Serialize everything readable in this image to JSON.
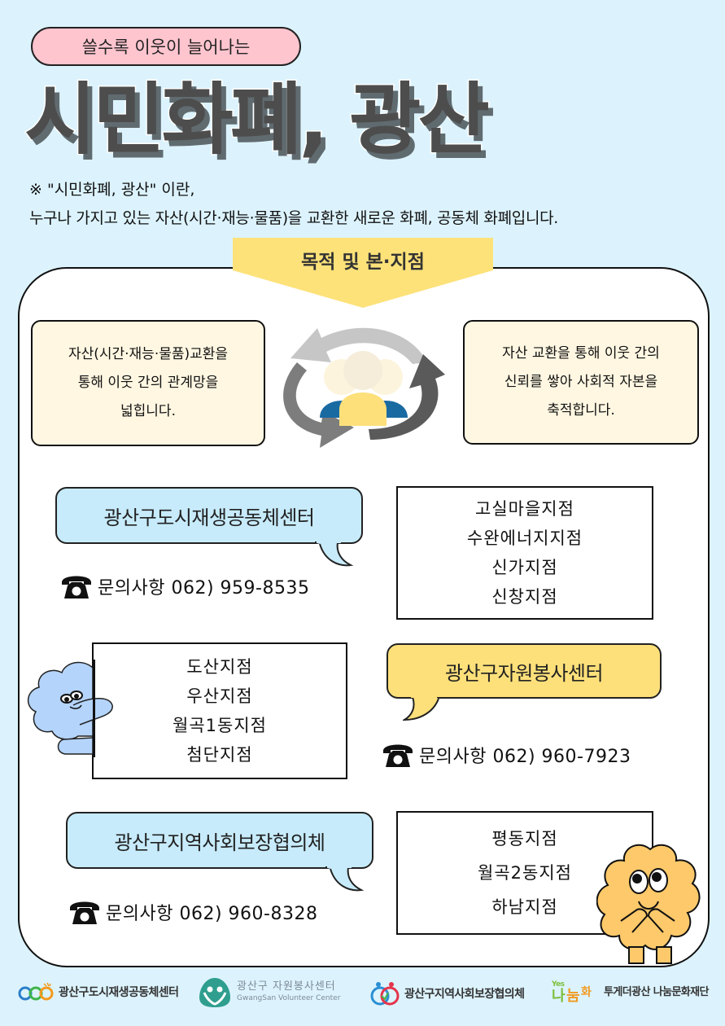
{
  "header": {
    "tagline": "쓸수록 이웃이 늘어나는",
    "title": "시민화폐, 광산",
    "note_line1": "※ \"시민화폐, 광산\" 이란,",
    "note_line2": "누구나 가지고 있는 자산(시간·재능·물품)을 교환한 새로운 화폐, 공동체 화폐입니다."
  },
  "section": {
    "banner": "목적 및 본·지점",
    "purpose_left": [
      "자산(시간·재능·물품)교환을",
      "통해 이웃 간의 관계망을",
      "넓힙니다."
    ],
    "purpose_right": [
      "자산 교환을 통해 이웃 간의",
      "신뢰를 쌓아 사회적 자본을",
      "축적합니다."
    ],
    "center_icon": "exchange-people-icon"
  },
  "centers": [
    {
      "name": "광산구도시재생공동체센터",
      "contact": "문의사항 062) 959-8535",
      "branches": [
        "고실마을지점",
        "수완에너지지점",
        "신가지점",
        "신창지점"
      ]
    },
    {
      "name": "광산구자원봉사센터",
      "contact": "문의사항 062) 960-7923",
      "branches": [
        "도산지점",
        "우산지점",
        "월곡1동지점",
        "첨단지점"
      ]
    },
    {
      "name": "광산구지역사회보장협의체",
      "contact": "문의사항 062) 960-8328",
      "branches": [
        "평동지점",
        "월곡2동지점",
        "하남지점"
      ]
    }
  ],
  "footer": {
    "logos": [
      {
        "label": "광산구도시재생공동체센터"
      },
      {
        "label": "광산구 자원봉사센터",
        "sub": "GwangSan Volunteer Center"
      },
      {
        "label": "광산구지역사회보장협의체"
      },
      {
        "label": "투게더광산 나눔문화재단",
        "mark": "나눔문화"
      }
    ]
  },
  "colors": {
    "background": "#dcf3fd",
    "pill": "#ffc5cf",
    "title": "#4d4d4d",
    "banner": "#fde27a",
    "cream": "#fff7e2",
    "bubble_blue": "#c7ebfb",
    "bubble_yellow": "#fde07a"
  }
}
